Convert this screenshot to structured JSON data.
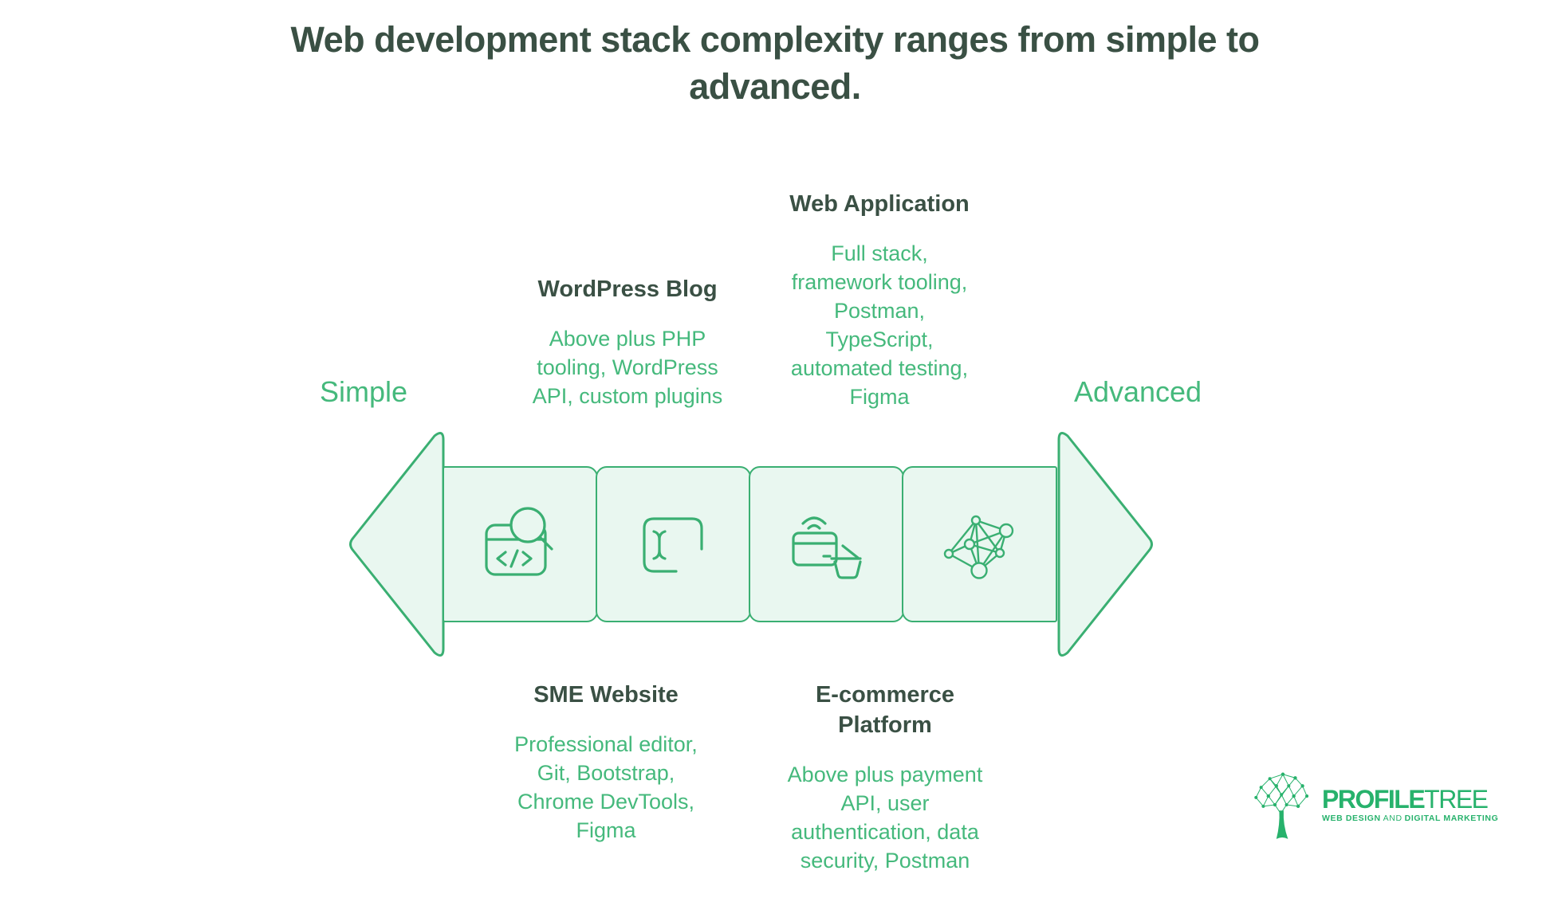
{
  "title": "Web development stack complexity ranges from simple to advanced.",
  "scale": {
    "left_label": "Simple",
    "right_label": "Advanced"
  },
  "callouts": {
    "wordpress_blog": {
      "heading": "WordPress Blog",
      "body": "Above plus PHP tooling, WordPress API, custom plugins"
    },
    "web_application": {
      "heading": "Web Application",
      "body": "Full stack, framework tooling, Postman, TypeScript, automated testing, Figma"
    },
    "sme_website": {
      "heading": "SME Website",
      "body": "Professional editor, Git, Bootstrap, Chrome DevTools, Figma"
    },
    "ecommerce_platform": {
      "heading": "E-commerce Platform",
      "body": "Above plus payment API, user authentication, data security, Postman"
    }
  },
  "segments": [
    {
      "icon": "browser-code-search-icon"
    },
    {
      "icon": "text-input-cursor-icon"
    },
    {
      "icon": "contactless-payment-basket-icon"
    },
    {
      "icon": "network-graph-icon"
    }
  ],
  "colors": {
    "accent_green": "#45b97c",
    "outline_green": "#3aaf72",
    "fill_mint": "#e9f7f0",
    "heading_dark": "#3a5044",
    "logo_green": "#27b26c",
    "background": "#ffffff"
  },
  "logo": {
    "brand_bold": "PROFILE",
    "brand_light": "TREE",
    "tagline_bold1": "WEB DESIGN",
    "tagline_light": "AND",
    "tagline_bold2": "DIGITAL MARKETING"
  }
}
